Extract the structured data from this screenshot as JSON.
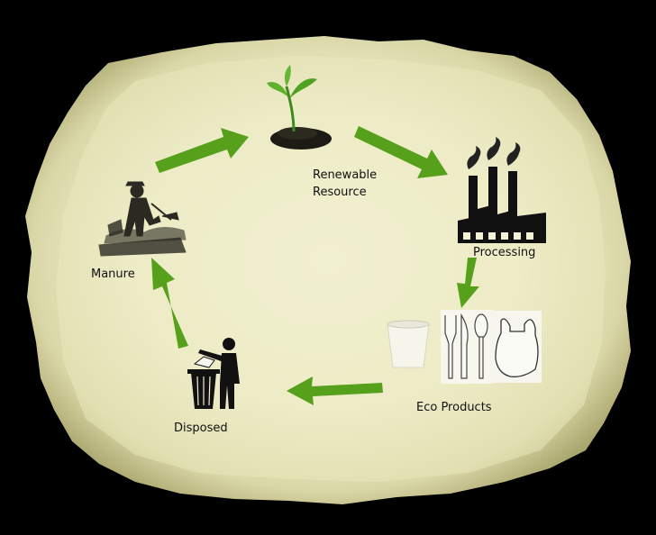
{
  "diagram": {
    "type": "cycle",
    "nodes": [
      {
        "id": "renewable",
        "label": "Renewable\nResource",
        "icon": "plant-sprout-icon"
      },
      {
        "id": "processing",
        "label": "Processing",
        "icon": "factory-icon"
      },
      {
        "id": "eco_products",
        "label": "Eco Products",
        "icon": "cup-cutlery-bag-icon"
      },
      {
        "id": "disposed",
        "label": "Disposed",
        "icon": "trash-bin-person-icon"
      },
      {
        "id": "manure",
        "label": "Manure",
        "icon": "farmer-soil-icon"
      }
    ],
    "edges": [
      {
        "from": "renewable",
        "to": "processing"
      },
      {
        "from": "processing",
        "to": "eco_products"
      },
      {
        "from": "eco_products",
        "to": "disposed"
      },
      {
        "from": "disposed",
        "to": "manure"
      },
      {
        "from": "manure",
        "to": "renewable"
      }
    ],
    "colors": {
      "background": "#000000",
      "splash_center": "#f7f6dc",
      "splash_edge": "#cfcc95",
      "arrow": "#56a01c",
      "icon": "#111111"
    }
  },
  "labels": {
    "renewable_line1": "Renewable",
    "renewable_line2": "Resource",
    "processing": "Processing",
    "eco_products": "Eco Products",
    "disposed": "Disposed",
    "manure": "Manure"
  }
}
